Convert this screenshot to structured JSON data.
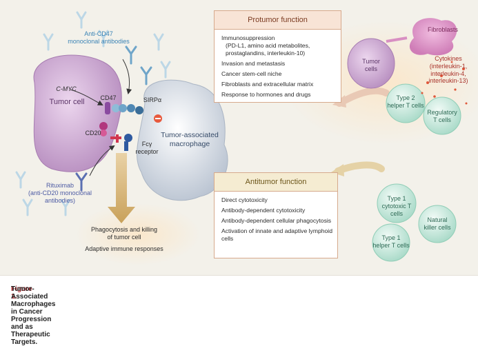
{
  "labels": {
    "anti_cd47": "Anti-CD47\nmonoclonal antibodies",
    "c_myc": "C-MYC",
    "cd47": "CD47",
    "tumor_cell": "Tumor cell",
    "cd20": "CD20",
    "sirp": "SIRPα",
    "tam": "Tumor-associated\nmacrophage",
    "fc_receptor": "Fcγ\nreceptor",
    "rituximab": "Rituximab\n(anti-CD20 monoclonal\nantibodies)",
    "phagocytosis": "Phagocytosis and killing\nof tumor cell",
    "adaptive": "Adaptive immune responses",
    "fibroblasts": "Fibroblasts",
    "tumor_cells_right": "Tumor\ncells",
    "cytokines": "Cytokines\n(interleukin-1,\ninterleukin-4,\ninterleukin-13)",
    "th2": "Type 2\nhelper T cells",
    "treg": "Regulatory\nT cells",
    "ctl": "Type 1\ncytotoxic T cells",
    "nk": "Natural\nkiller cells",
    "th1": "Type 1\nhelper T cells"
  },
  "protumor": {
    "title": "Protumor function",
    "items": [
      "Immunosuppression",
      "(PD-L1, amino acid metabolites,",
      "prostaglandins, interleukin-10)",
      "Invasion and metastasis",
      "Cancer stem-cell niche",
      "Fibroblasts and extracellular matrix",
      "Response to hormones and drugs"
    ]
  },
  "antitumor": {
    "title": "Antitumor function",
    "items": [
      "Direct cytotoxicity",
      "Antibody-dependent cytotoxicity",
      "Antibody-dependent cellular phagocytosis",
      "Activation of innate and adaptive lymphoid cells"
    ]
  },
  "caption": {
    "figure_label": "Figure 1.",
    "text": "Tumor-Associated Macrophages in Cancer Progression and as Therapeutic Targets."
  },
  "colors": {
    "tumor_cell": "#c9a3cf",
    "macrophage": "#d9dfe8",
    "fibroblast": "#d88fc2",
    "t_cell": "#bfe6da",
    "antibody_blue": "#6fa5c9",
    "arrow_gold": "#c8a15c"
  }
}
